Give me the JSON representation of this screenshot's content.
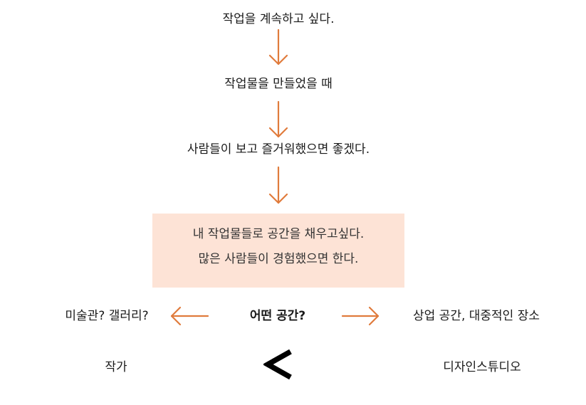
{
  "flow": {
    "step1": "작업을 계속하고 싶다.",
    "step2": "작업물을 만들었을 때",
    "step3": "사람들이 보고 즐거워했으면 좋겠다."
  },
  "highlight": {
    "line1": "내 작업물들로 공간을 채우고싶다.",
    "line2": "많은 사람들이 경험했으면 한다."
  },
  "branch": {
    "center": "어떤 공간?",
    "left": "미술관? 갤러리?",
    "right": "상업 공간, 대중적인 장소"
  },
  "compare": {
    "left": "작가",
    "right": "디자인스튜디오"
  },
  "colors": {
    "arrow": "#e07b3c",
    "highlight_bg": "#fde3d6",
    "text": "#1a1a1a"
  }
}
